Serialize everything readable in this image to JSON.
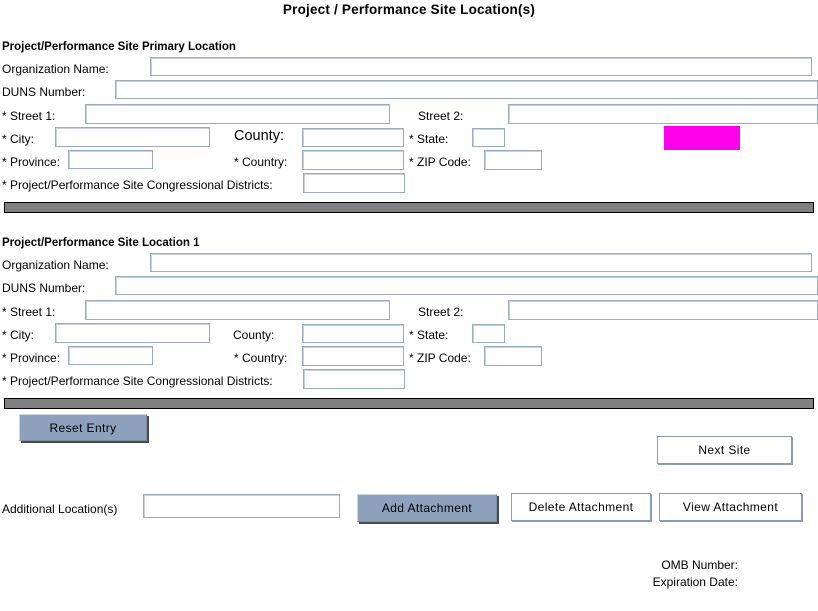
{
  "page": {
    "title": "Project / Performance Site Location(s)"
  },
  "colors": {
    "highlight_block": "#ff00ea",
    "divider_bar": "#808080",
    "button_blue": "#8da0bc",
    "field_border": "#9babc4"
  },
  "primary_section": {
    "heading": "Project/Performance Site Primary Location",
    "fields": {
      "organization_name_label": "Organization Name:",
      "organization_name_value": "",
      "duns_number_label": "DUNS Number:",
      "duns_number_value": "",
      "street1_label": "* Street 1:",
      "street1_value": "",
      "street2_label": "Street 2:",
      "street2_value": "",
      "city_label": "* City:",
      "city_value": "",
      "county_label": "County:",
      "county_value": "",
      "state_label": "* State:",
      "state_value": "",
      "province_label": "* Province:",
      "province_value": "",
      "country_label": "* Country:",
      "country_value": "",
      "zip_label": "* ZIP Code:",
      "zip_value": "",
      "districts_label": "* Project/Performance Site Congressional Districts:",
      "districts_value": ""
    }
  },
  "location1_section": {
    "heading": "Project/Performance Site Location 1",
    "fields": {
      "organization_name_label": "Organization Name:",
      "organization_name_value": "",
      "duns_number_label": "DUNS Number:",
      "duns_number_value": "",
      "street1_label": "* Street 1:",
      "street1_value": "",
      "street2_label": "Street 2:",
      "street2_value": "",
      "city_label": "* City:",
      "city_value": "",
      "county_label": "County:",
      "county_value": "",
      "state_label": "* State:",
      "state_value": "",
      "province_label": "* Province:",
      "province_value": "",
      "country_label": "* Country:",
      "country_value": "",
      "zip_label": "* ZIP Code:",
      "zip_value": "",
      "districts_label": "* Project/Performance Site Congressional Districts:",
      "districts_value": ""
    }
  },
  "actions": {
    "reset_entry_label": "Reset Entry",
    "next_site_label": "Next Site",
    "additional_locations_label": "Additional Location(s)",
    "additional_locations_value": "",
    "add_attachment_label": "Add Attachment",
    "delete_attachment_label": "Delete Attachment",
    "view_attachment_label": "View  Attachment"
  },
  "footer": {
    "omb_number_label": "OMB Number:",
    "expiration_date_label": "Expiration Date:"
  }
}
